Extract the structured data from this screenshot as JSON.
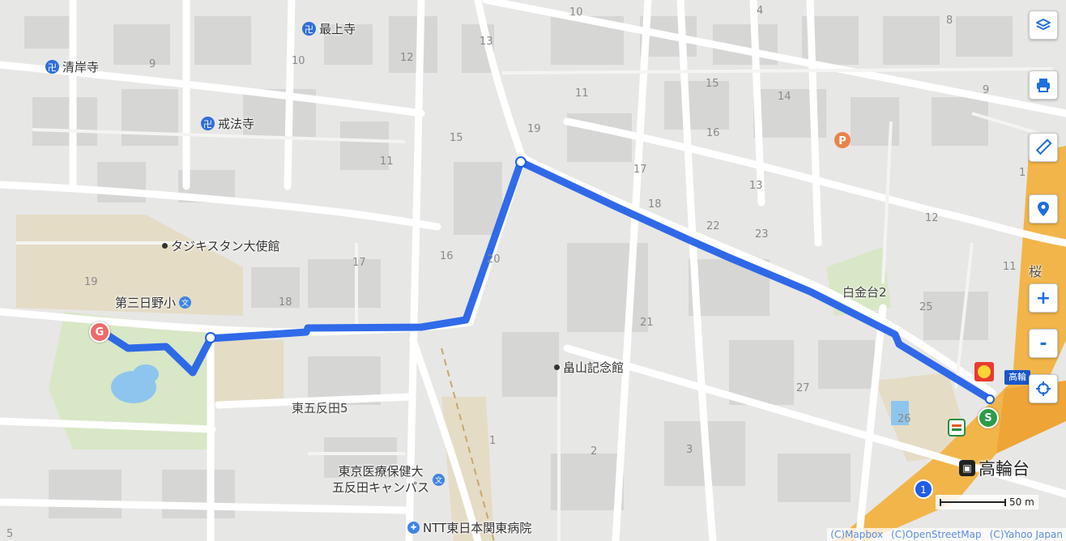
{
  "temples": [
    {
      "name": "最上寺"
    },
    {
      "name": "清岸寺"
    },
    {
      "name": "戒法寺"
    }
  ],
  "places": [
    {
      "name": "タジキスタン大使館"
    },
    {
      "name": "第三日野小"
    },
    {
      "name": "畠山記念館"
    },
    {
      "name": "東京医療保健大\n五反田キャンパス"
    },
    {
      "name": "NTT東日本関東病院"
    }
  ],
  "areas": {
    "higashigotanda": "東五反田5",
    "shirokanedai": "白金台2"
  },
  "station": {
    "name": "高輪台",
    "sign": "高輪"
  },
  "block_numbers": [
    "10",
    "4",
    "8",
    "13",
    "12",
    "9",
    "11",
    "15",
    "14",
    "9",
    "19",
    "17",
    "13",
    "16",
    "10",
    "15",
    "11",
    "18",
    "12",
    "23",
    "22",
    "20",
    "16",
    "17",
    "19",
    "18",
    "11",
    "21",
    "25",
    "27",
    "26",
    "1",
    "2",
    "3",
    "1",
    "5"
  ],
  "route": {
    "start_label": "S",
    "goal_label": "G",
    "color": "#1f5ee8"
  },
  "controls": {
    "layers": "layers-icon",
    "print": "print-icon",
    "measure": "ruler-icon",
    "pin": "map-pin-icon",
    "zoom_in": "+",
    "zoom_out": "-",
    "locate": "crosshair-icon"
  },
  "scale": {
    "label": "50 m"
  },
  "attribution": [
    "(C)Mapbox",
    "(C)OpenStreetMap",
    "(C)Yahoo Japan"
  ],
  "misc": {
    "side_kanji": "桜"
  }
}
